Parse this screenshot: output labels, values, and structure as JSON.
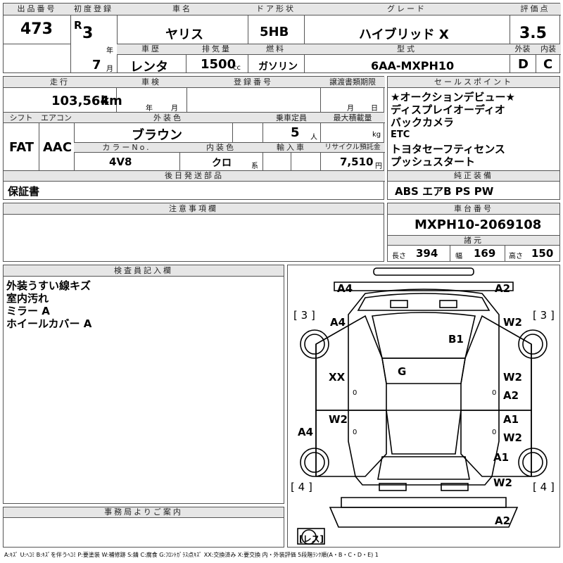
{
  "header": {
    "lot_label": "出品番号",
    "lot_no": "473",
    "reg_label": "初度登録",
    "era": "R",
    "reg_year": "3",
    "year_unit": "年",
    "reg_month": "7",
    "month_unit": "月",
    "name_label": "車名",
    "car_name": "ヤリス",
    "door_label": "ドア形状",
    "door": "5HB",
    "grade_label": "グレード",
    "grade": "ハイブリッド X",
    "score_label": "評価点",
    "score": "3.5",
    "ext_label": "外装",
    "ext": "D",
    "int_label": "内装",
    "int": "C",
    "history_label": "車歴",
    "history": "レンタ",
    "disp_label": "排気量",
    "disp": "1500",
    "disp_unit": "cc",
    "fuel_label": "燃料",
    "fuel": "ガソリン",
    "model_label": "型式",
    "model": "6AA-MXPH10"
  },
  "row2": {
    "mileage_label": "走行",
    "mileage": "103,564",
    "mileage_unit": "km",
    "inspect_label": "車検",
    "inspect_year": "年",
    "inspect_month": "月",
    "regno_label": "登録番号",
    "transfer_label": "譲渡書類期限",
    "transfer_month": "月",
    "transfer_day": "日",
    "shift_label": "シフト",
    "shift": "FAT",
    "ac_label": "エアコン",
    "ac": "AAC",
    "color_label": "外装色",
    "color": "ブラウン",
    "cap_label": "乗車定員",
    "cap": "5",
    "cap_unit": "人",
    "load_label": "最大積載量",
    "load_unit": "kg",
    "colorno_label": "カラーNo.",
    "colorno": "4V8",
    "intcolor_label": "内装色",
    "intcolor": "クロ",
    "intcolor_unit": "系",
    "import_label": "輸入車",
    "recycle_label": "リサイクル預託金",
    "recycle": "7,510",
    "recycle_unit": "円",
    "later_label": "後日発送部品",
    "later": "保証書"
  },
  "sales": {
    "label": "セールスポイント",
    "items": [
      "★オークションデビュー★",
      "ディスプレイオーディオ",
      "バックカメラ",
      "ETC",
      "トヨタセーフティセンス",
      "プッシュスタート"
    ],
    "equip_label": "純正装備",
    "equip": "ABS エアB PS PW"
  },
  "notes": {
    "label": "注意事項欄"
  },
  "chassis": {
    "label": "車台番号",
    "no": "MXPH10-2069108",
    "spec_label": "諸元",
    "len_label": "長さ",
    "len": "394",
    "wid_label": "幅",
    "wid": "169",
    "hgt_label": "高さ",
    "hgt": "150"
  },
  "inspector": {
    "label": "検査員記入欄",
    "lines": [
      "外装うすい線キズ",
      "室内汚れ",
      "ミラー A",
      "ホイールカバー A"
    ]
  },
  "office": {
    "label": "事務局よりご案内"
  },
  "diagram": {
    "marks": {
      "fl_top": "A4",
      "fr_top": "A2",
      "hood_left": "A4",
      "fender_fr": "W2",
      "roof": "B1",
      "center": "G",
      "fl_door": "XX",
      "fr_door_1": "W2",
      "fr_door_2": "A2",
      "rl_door": "W2",
      "rr_door_1": "A1",
      "rr_door_2": "W2",
      "rl_quarter": "A4",
      "rr_quarter_1": "A1",
      "rr_quarter_2": "W2",
      "rear": "A2",
      "fl_tire": "3",
      "fr_tire": "3",
      "rl_tire": "4",
      "rr_tire": "4",
      "spare": "レス",
      "door_zero_l": "0",
      "door_zero_r": "0",
      "door_zero_rl": "0",
      "door_zero_rr": "0"
    }
  },
  "legend": "A:ｷｽﾞ U:ﾍｺﾐ B:ｷｽﾞを伴うﾍｺﾐ P:要塗装 W:補修跡 S:錆 C:腐食 G:ﾌﾛﾝﾄｶﾞﾗｽ点ｷｽﾞ XX:交換済み X:要交換 内・外装評価 5段階ﾗﾝｸ順(A・B・C・D・E) 1"
}
